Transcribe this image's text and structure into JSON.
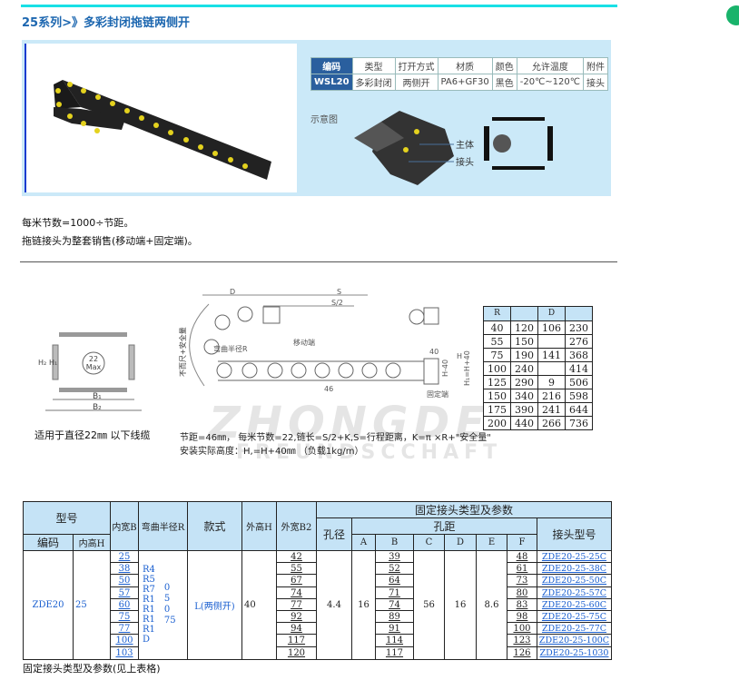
{
  "header": {
    "title": "25系列>》多彩封闭拖链两侧开"
  },
  "spec": {
    "headers": [
      "编码",
      "类型",
      "打开方式",
      "材质",
      "颜色",
      "允许温度",
      "附件"
    ],
    "values": [
      "WSL20",
      "多彩封闭",
      "两侧开",
      "PA6+GF30",
      "黑色",
      "-20℃~120℃",
      "接头"
    ],
    "diagram_label": "示意图",
    "part_labels": [
      "主体",
      "接头"
    ]
  },
  "notes": [
    "每米节数=1000÷节距。",
    "拖链接头为整套销售(移动端+固定端)。"
  ],
  "section": {
    "cable_note": "适用于直径22㎜ 以下线缆",
    "max_label": [
      "22",
      "Max"
    ],
    "dims_left": [
      "H₂",
      "H₁",
      "B₁",
      "B₂"
    ],
    "dims_chain": [
      "D",
      "S",
      "S/2",
      "弯曲半径R",
      "移动端",
      "固定端",
      "46",
      "40",
      "H-40",
      "H",
      "H₁=H+40",
      "不而尺+安全量"
    ],
    "formula1": "节距=46㎜，  每米节数=22,链长=S/2+K,S=行程距离，K=π ×R+\"安全量\"",
    "formula2": "安装实际高度：H,=H+40㎜  （负载1kg/m）",
    "watermark": [
      "ZHONGDE",
      "FREUNDSCCHAFT"
    ]
  },
  "r_table": {
    "headers": [
      "R",
      "",
      "D",
      ""
    ],
    "rows": [
      [
        "40",
        "120",
        "106",
        "230"
      ],
      [
        "55",
        "150",
        "",
        "276"
      ],
      [
        "75",
        "190",
        "141",
        "368"
      ],
      [
        "100",
        "240",
        "",
        "414"
      ],
      [
        "125",
        "290",
        "9",
        "506"
      ],
      [
        "150",
        "340",
        "216",
        "598"
      ],
      [
        "175",
        "390",
        "241",
        "644"
      ],
      [
        "200",
        "440",
        "266",
        "736"
      ]
    ]
  },
  "main_table": {
    "h_model": "型号",
    "h_code": "编码",
    "h_inner_h": "内高H",
    "h_inner_b": "内宽B",
    "h_radius": "弯曲半径R",
    "h_style": "款式",
    "h_outer_h": "外高H",
    "h_outer_b2": "外宽B2",
    "h_fixed": "固定接头类型及参数",
    "h_hole_dia": "孔径",
    "h_hole_dist": "孔距",
    "h_joint_model": "接头型号",
    "letters": [
      "A",
      "B",
      "C",
      "D",
      "E",
      "F"
    ],
    "code": "ZDE20",
    "inner_h": "25",
    "radius_a": "R4\nR5\nR7\nR1\nR1\nR1\nR1\nD",
    "radius_b": "0\n5\n0\n75",
    "style": "L(两侧开)",
    "outer_h": "40",
    "hole_dia": "4.4",
    "A": "16",
    "C": "56",
    "D": "16",
    "E": "8.6",
    "inner_b": [
      "25",
      "38",
      "50",
      "57",
      "60",
      "75",
      "77",
      "100",
      "103"
    ],
    "outer_b2": [
      "42",
      "55",
      "67",
      "74",
      "77",
      "92",
      "94",
      "117",
      "120"
    ],
    "B": [
      "39",
      "52",
      "64",
      "71",
      "74",
      "89",
      "91",
      "114",
      "117"
    ],
    "F": [
      "48",
      "61",
      "73",
      "80",
      "83",
      "98",
      "100",
      "123",
      "126"
    ],
    "joint": [
      "ZDE20-25-25C",
      "ZDE20-25-38C",
      "ZDE20-25-50C",
      "ZDE20-25-57C",
      "ZDE20-25-60C",
      "ZDE20-25-75C",
      "ZDE20-25-77C",
      "ZDE20-25-100C",
      "ZDE20-25-1030"
    ]
  },
  "footer": "固定接头类型及参数(见上表格)",
  "colors": {
    "accent": "#1d67b0",
    "header_bg": "#c5e3f6",
    "link": "#1a5fd0",
    "banner": "#cbe9f8"
  }
}
